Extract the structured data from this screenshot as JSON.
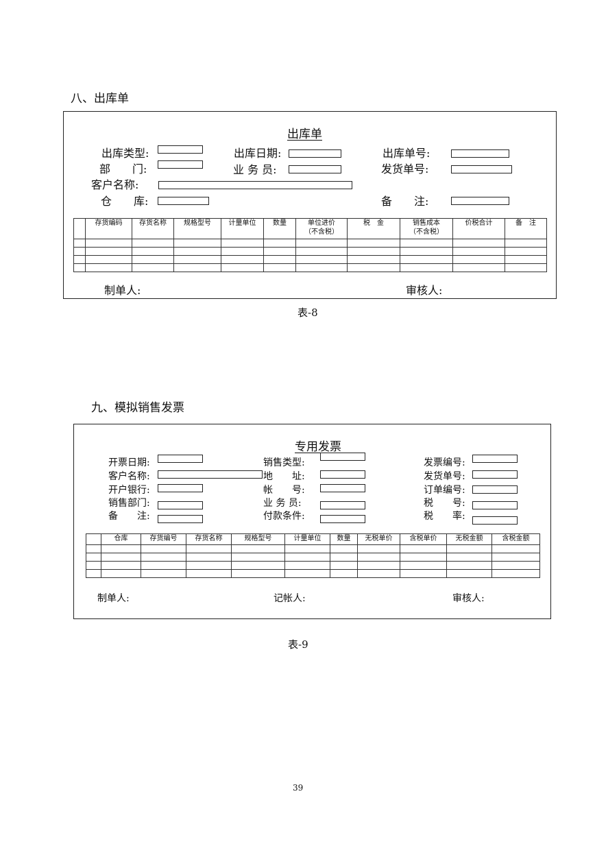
{
  "section8": {
    "heading": "八、出库单",
    "form_title": "出库单",
    "fields": [
      {
        "label": "出库类型:"
      },
      {
        "label": "出库日期:"
      },
      {
        "label": "出库单号:"
      },
      {
        "label": "部　　门:"
      },
      {
        "label": "业 务 员:"
      },
      {
        "label": "发货单号:"
      },
      {
        "label": "客户名称:"
      },
      {
        "label": "仓　　库:"
      },
      {
        "label": "备　　注:"
      }
    ],
    "table": {
      "columns": [
        "",
        "存货编码",
        "存货名称",
        "规格型号",
        "计量单位",
        "数量",
        "单位进价\n（不含税）",
        "税　金",
        "销售成本\n（不含税）",
        "价税合计",
        "备　注"
      ],
      "empty_rows": 4
    },
    "footer": {
      "maker": "制单人:",
      "reviewer": "审核人:"
    },
    "caption": "表-8"
  },
  "section9": {
    "heading": "九、模拟销售发票",
    "form_title": "专用发票",
    "fields": [
      {
        "label": "开票日期:"
      },
      {
        "label": "销售类型:"
      },
      {
        "label": "发票编号:"
      },
      {
        "label": "客户名称:"
      },
      {
        "label": "地　　址:"
      },
      {
        "label": "发货单号:"
      },
      {
        "label": "开户银行:"
      },
      {
        "label": "帐　　号:"
      },
      {
        "label": "订单编号:"
      },
      {
        "label": "销售部门:"
      },
      {
        "label": "业 务 员:"
      },
      {
        "label": "税　　号:"
      },
      {
        "label": "备　　注:"
      },
      {
        "label": "付款条件:"
      },
      {
        "label": "税　　率:"
      }
    ],
    "table": {
      "columns": [
        "",
        "仓库",
        "存货编号",
        "存货名称",
        "规格型号",
        "计量单位",
        "数量",
        "无税单价",
        "含税单价",
        "无税金额",
        "含税金额"
      ],
      "empty_rows": 4
    },
    "footer": {
      "maker": "制单人:",
      "bookkeeper": "记帐人:",
      "reviewer": "审核人:"
    },
    "caption": "表-9"
  },
  "page_number": "39"
}
